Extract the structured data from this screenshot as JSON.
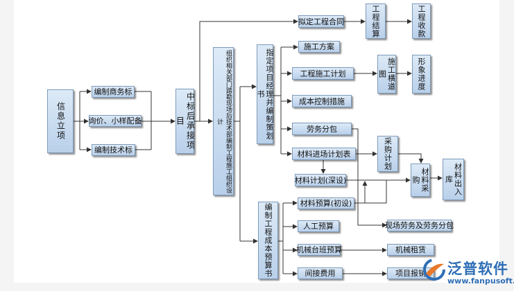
{
  "nodes": {
    "info_project": "信息立项",
    "commercial_bid": "编制商务标",
    "inquiry_sample": "询价、小样配备",
    "technical_bid": "编制技术标",
    "bid_won": "中标后承接项目",
    "org_design": "组织相关部门踏勘现场后技术部编制工程施工组织设计",
    "assign_pm": "指定项目经理并编制策划书",
    "cost_budget": "编制工程成本预算书",
    "draft_contract": "拟定工程合同",
    "settlement": "工程结算",
    "collection": "工程收款",
    "construction_plan": "施工方案",
    "construction_schedule": "工程施工计划",
    "gantt_chart": "施工横道图",
    "visual_progress": "形象进度",
    "cost_control": "成本控制措施",
    "labor_subcontract": "劳务分包",
    "material_entry_plan": "材料进场计划表",
    "procurement_plan": "采购计划",
    "material_plan": "材料计划(深设)",
    "material_purchase": "材料采购",
    "material_outbound": "材料出入库",
    "material_budget": "材料预算(初设)",
    "labor_budget": "人工预算",
    "site_labor": "现场劳务及劳务分包",
    "machinery_budget": "机械台班预算",
    "machinery_rental": "机械租赁",
    "indirect_cost": "间接费用",
    "expense_claim": "项目报销"
  },
  "logo": {
    "name": "泛普软件",
    "url": "www.fanpusoft.com"
  },
  "colors": {
    "box_top": "#ddeaf7",
    "box_bottom": "#b9d0ea",
    "box_border": "#7d9ab9",
    "line": "#333333",
    "logo": "#2e6db5"
  }
}
